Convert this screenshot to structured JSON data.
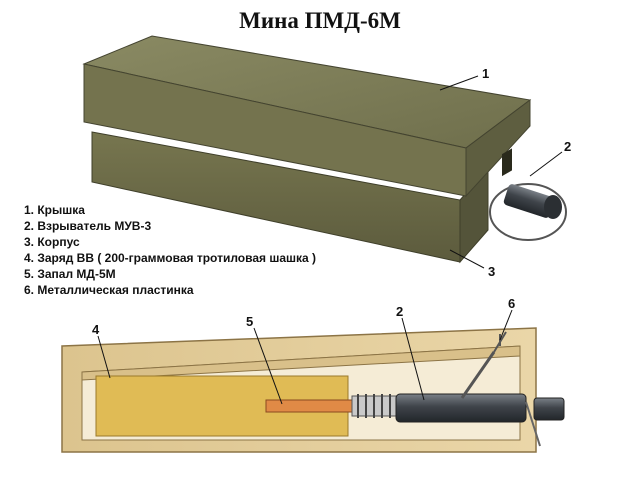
{
  "title": "Мина ПМД-6М",
  "legend": [
    "1.  Крышка",
    "2.  Взрыватель МУВ-3",
    "3.  Корпус",
    "4. Заряд ВВ ( 200-граммовая тротиловая шашка )",
    "5.  Запал МД-5М",
    "6.  Металлическая пластинка"
  ],
  "callouts": {
    "top": {
      "lid": "1",
      "fuse": "2",
      "body": "3"
    },
    "section": {
      "charge": "4",
      "detonator": "5",
      "fuse": "2",
      "plate": "6"
    }
  },
  "colors": {
    "box_top": "#7c7c57",
    "box_front": "#6b6a47",
    "box_side": "#5a5a3b",
    "wood": "#e4cd9a",
    "wood_dark": "#c9ae73",
    "charge": "#e0b84c",
    "metal": "#4a4f55"
  }
}
